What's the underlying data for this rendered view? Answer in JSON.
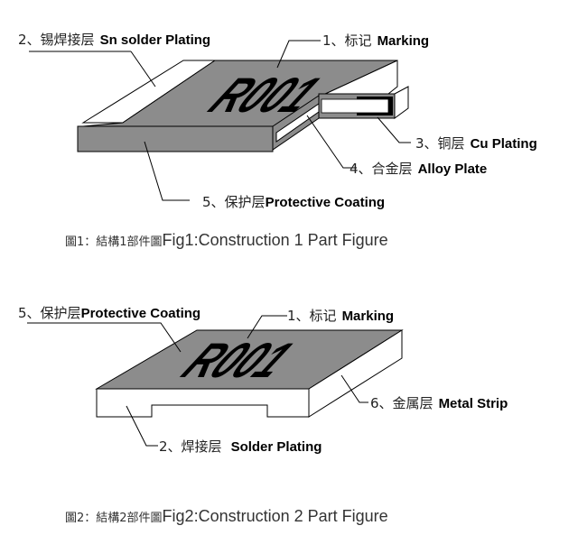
{
  "figure1": {
    "marking_text": "R001",
    "labels": {
      "sn_solder": {
        "num": "2、",
        "cn": "锡焊接层",
        "en": "Sn solder Plating"
      },
      "marking": {
        "num": "1、",
        "cn": "标记",
        "en": "Marking"
      },
      "cu_plating": {
        "num": "3、",
        "cn": "铜层",
        "en": "Cu Plating"
      },
      "alloy_plate": {
        "num": "4、",
        "cn": "合金层",
        "en": "Alloy Plate"
      },
      "protective": {
        "num": "5、",
        "cn": "保护层",
        "en": "Protective Coating"
      }
    },
    "caption": {
      "cn": "圖1：結構1部件圖",
      "en": "Fig1:Construction 1 Part Figure"
    }
  },
  "figure2": {
    "marking_text": "R001",
    "labels": {
      "protective": {
        "num": "5、",
        "cn": "保护层",
        "en": "Protective Coating"
      },
      "marking": {
        "num": "1、",
        "cn": "标记",
        "en": "Marking"
      },
      "metal_strip": {
        "num": "6、",
        "cn": "金属层",
        "en": "Metal Strip"
      },
      "solder": {
        "num": "2、",
        "cn": "焊接层",
        "en": "Solder Plating"
      }
    },
    "caption": {
      "cn": "圖2：結構2部件圖",
      "en": "Fig2:Construction 2 Part Figure"
    }
  },
  "colors": {
    "coating": "#8c8c8c",
    "metal": "#ffffff",
    "outline": "#000000"
  }
}
